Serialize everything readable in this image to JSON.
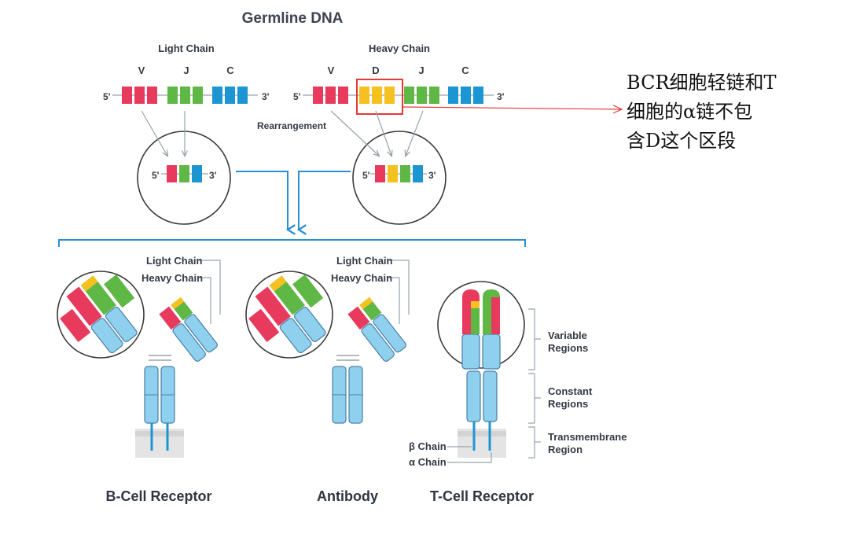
{
  "diagram": {
    "title": "Germline DNA",
    "light_chain_label": "Light Chain",
    "heavy_chain_label": "Heavy Chain",
    "segments_light": [
      "V",
      "J",
      "C"
    ],
    "segments_heavy": [
      "V",
      "D",
      "J",
      "C"
    ],
    "prime5": "5'",
    "prime3": "3'",
    "rearrangement_label": "Rearrangement",
    "callouts": {
      "bcell_light": "Light Chain",
      "bcell_heavy": "Heavy Chain",
      "antibody_light": "Light Chain",
      "antibody_heavy": "Heavy Chain",
      "beta_chain": "β Chain",
      "alpha_chain": "α Chain"
    },
    "regions": {
      "variable_1": "Variable",
      "variable_2": "Regions",
      "constant_1": "Constant",
      "constant_2": "Regions",
      "transmembrane_1": "Transmembrane",
      "transmembrane_2": "Region"
    },
    "receptors": {
      "bcell": "B-Cell Receptor",
      "antibody": "Antibody",
      "tcell": "T-Cell Receptor"
    },
    "colors": {
      "V": "#e83a5c",
      "D": "#f5c120",
      "J": "#5fb746",
      "C": "#1b96d2",
      "connector": "#2b8fd1",
      "highlight": "#e53935"
    }
  },
  "annotation": {
    "line1": "BCR细胞轻链和T",
    "line2": "细胞的α链不包",
    "line3": "含D这个区段"
  }
}
